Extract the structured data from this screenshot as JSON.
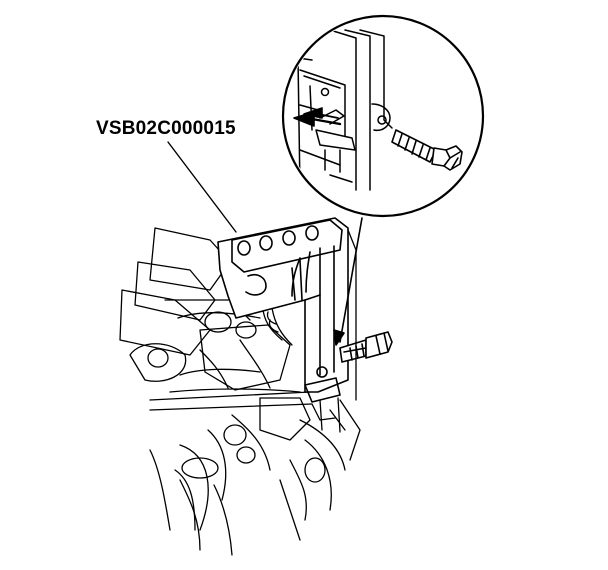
{
  "diagram": {
    "part_label": "VSB02C000015",
    "colors": {
      "ink": "#000000",
      "paper": "#ffffff"
    },
    "parts": [
      {
        "id": "bracket",
        "icon": "perforated-bracket"
      },
      {
        "id": "mounting-bolt",
        "icon": "flanged-bolt"
      },
      {
        "id": "detail-bolt",
        "icon": "flanged-bolt"
      },
      {
        "id": "direction-arrow",
        "icon": "double-arrow"
      },
      {
        "id": "detail-view",
        "icon": "magnifier-circle"
      }
    ]
  }
}
